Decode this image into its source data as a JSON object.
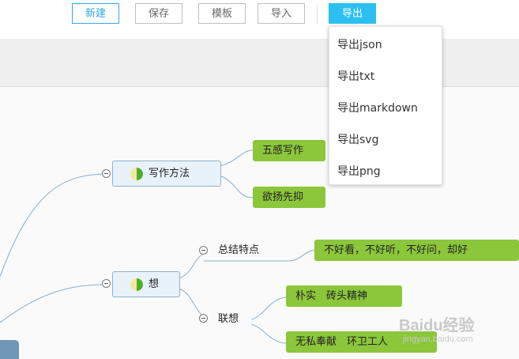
{
  "toolbar": {
    "new_label": "新建",
    "save_label": "保存",
    "template_label": "模板",
    "import_label": "导入",
    "export_label": "导出"
  },
  "export_menu": {
    "items": [
      "导出json",
      "导出txt",
      "导出markdown",
      "导出svg",
      "导出png"
    ]
  },
  "mindmap": {
    "writing_method": {
      "label": "写作方法",
      "children": [
        "五感写作",
        "欲扬先抑"
      ]
    },
    "think": {
      "label": "想",
      "summary": {
        "label": "总结特点",
        "detail": "不好看，不好听，不好问，却好"
      },
      "association": {
        "label": "联想",
        "children": [
          "朴实　砖头精神",
          "无私奉献　环卫工人"
        ]
      }
    }
  },
  "watermark": {
    "brand": "Baidu经验",
    "url": "jingyan.baidu.com"
  },
  "colors": {
    "accent": "#2bc0f0",
    "leaf": "#8bc63b",
    "topic_bg": "#e8f2fa"
  }
}
